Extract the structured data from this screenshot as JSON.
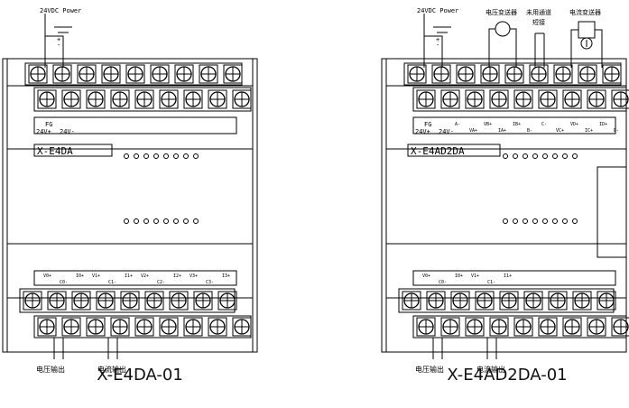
{
  "modules": [
    {
      "model": "X-E4DA",
      "caption": "X-E4DA-01",
      "power_label": "24VDC Power",
      "power_polarity": [
        "+",
        "-"
      ],
      "top_terminal_labels": [
        "FG",
        "24V+",
        "24V-"
      ],
      "bottom_channel_labels": [
        "V0+",
        "C0-",
        "I0+",
        "V1+",
        "C1-",
        "I1+",
        "V2+",
        "C2-",
        "I2+",
        "V3+",
        "C3-",
        "I3+"
      ],
      "voltage_output_label": "电压输出",
      "current_output_label": "电流输出",
      "led_count": 8
    },
    {
      "model": "X-E4AD2DA",
      "caption": "X-E4AD2DA-01",
      "power_label": "24VDC Power",
      "power_polarity": [
        "+",
        "-"
      ],
      "voltage_transmitter_label": "电压变送器",
      "unused_channel_label": "未用通道",
      "unused_channel_label2": "短接",
      "current_transmitter_label": "电流变送器",
      "top_terminal_labels": [
        "FG",
        "24V+",
        "24V-"
      ],
      "top_channel_labels": [
        "A-",
        "VA+",
        "VB+",
        "IA+",
        "IB+",
        "B-",
        "C-",
        "VC+",
        "VD+",
        "IC+",
        "ID+",
        "D-"
      ],
      "bottom_channel_labels": [
        "V0+",
        "C0-",
        "I0+",
        "V1+",
        "C1-",
        "I1+"
      ],
      "voltage_output_label": "电压输出",
      "current_output_label": "电流输出",
      "led_count": 8
    }
  ]
}
